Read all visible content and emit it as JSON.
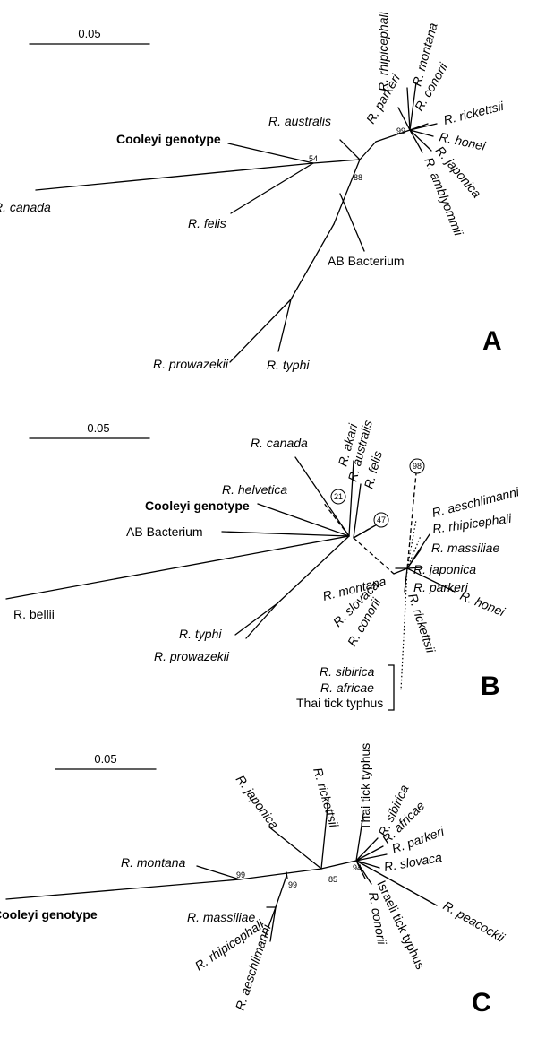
{
  "panels": {
    "a": {
      "letter": "A",
      "scale_label": "0.05",
      "taxa": {
        "rhipicephali": "R. rhipicephali",
        "montana": "R. montana",
        "parkeri": "R. parkeri",
        "conorii": "R. conorii",
        "rickettsii": "R. rickettsii",
        "honei": "R. honei",
        "japonica": "R. japonica",
        "amblyommii": "R. amblyommii",
        "australis": "R. australis",
        "cooleyi": "Cooleyi genotype",
        "canada": "R. canada",
        "felis": "R. felis",
        "ab_bacterium": "AB Bacterium",
        "prowazekii": "R. prowazekii",
        "typhi": "R. typhi"
      },
      "bootstrap": {
        "b99": "99",
        "b88": "88",
        "b54": "54"
      }
    },
    "b": {
      "letter": "B",
      "scale_label": "0.05",
      "taxa": {
        "akari": "R. akari",
        "australis": "R. australis",
        "felis": "R. felis",
        "canada": "R. canada",
        "helvetica": "R. helvetica",
        "cooleyi": "Cooleyi genotype",
        "ab_bacterium": "AB Bacterium",
        "aeschlimanni": "R. aeschlimanni",
        "rhipicephali": "R. rhipicephali",
        "massiliae": "R. massiliae",
        "japonica": "R. japonica",
        "parkeri": "R. parkeri",
        "montana": "R. montana",
        "slovaca": "R. slovaca",
        "conorii": "R. conorii",
        "rickettsii": "R. rickettsii",
        "honei": "R. honei",
        "bellii": "R. bellii",
        "typhi": "R. typhi",
        "prowazekii": "R. prowazekii",
        "sibirica": "R. sibirica",
        "africae": "R. africae",
        "thai": "Thai tick typhus"
      },
      "bootstrap": {
        "b21": "21",
        "b47": "47",
        "b98": "98"
      }
    },
    "c": {
      "letter": "C",
      "scale_label": "0.05",
      "taxa": {
        "thai": "Thai tick typhus",
        "rickettsii": "R. rickettsii",
        "japonica": "R. japonica",
        "sibirica": "R. sibirica",
        "africae": "R. africae",
        "parkeri": "R. parkeri",
        "slovaca": "R. slovaca",
        "montana": "R. montana",
        "cooleyi": "Cooleyi genotype",
        "massiliae": "R. massiliae",
        "rhipicephali": "R. rhipicephali",
        "aeschlimanni": "R. aeschlimanni",
        "conorii": "R. conorii",
        "israeli": "Israeli tick typhus",
        "peacockii": "R. peacockii"
      },
      "bootstrap": {
        "b99a": "99",
        "b99b": "99",
        "b85": "85",
        "b94": "94"
      }
    }
  }
}
